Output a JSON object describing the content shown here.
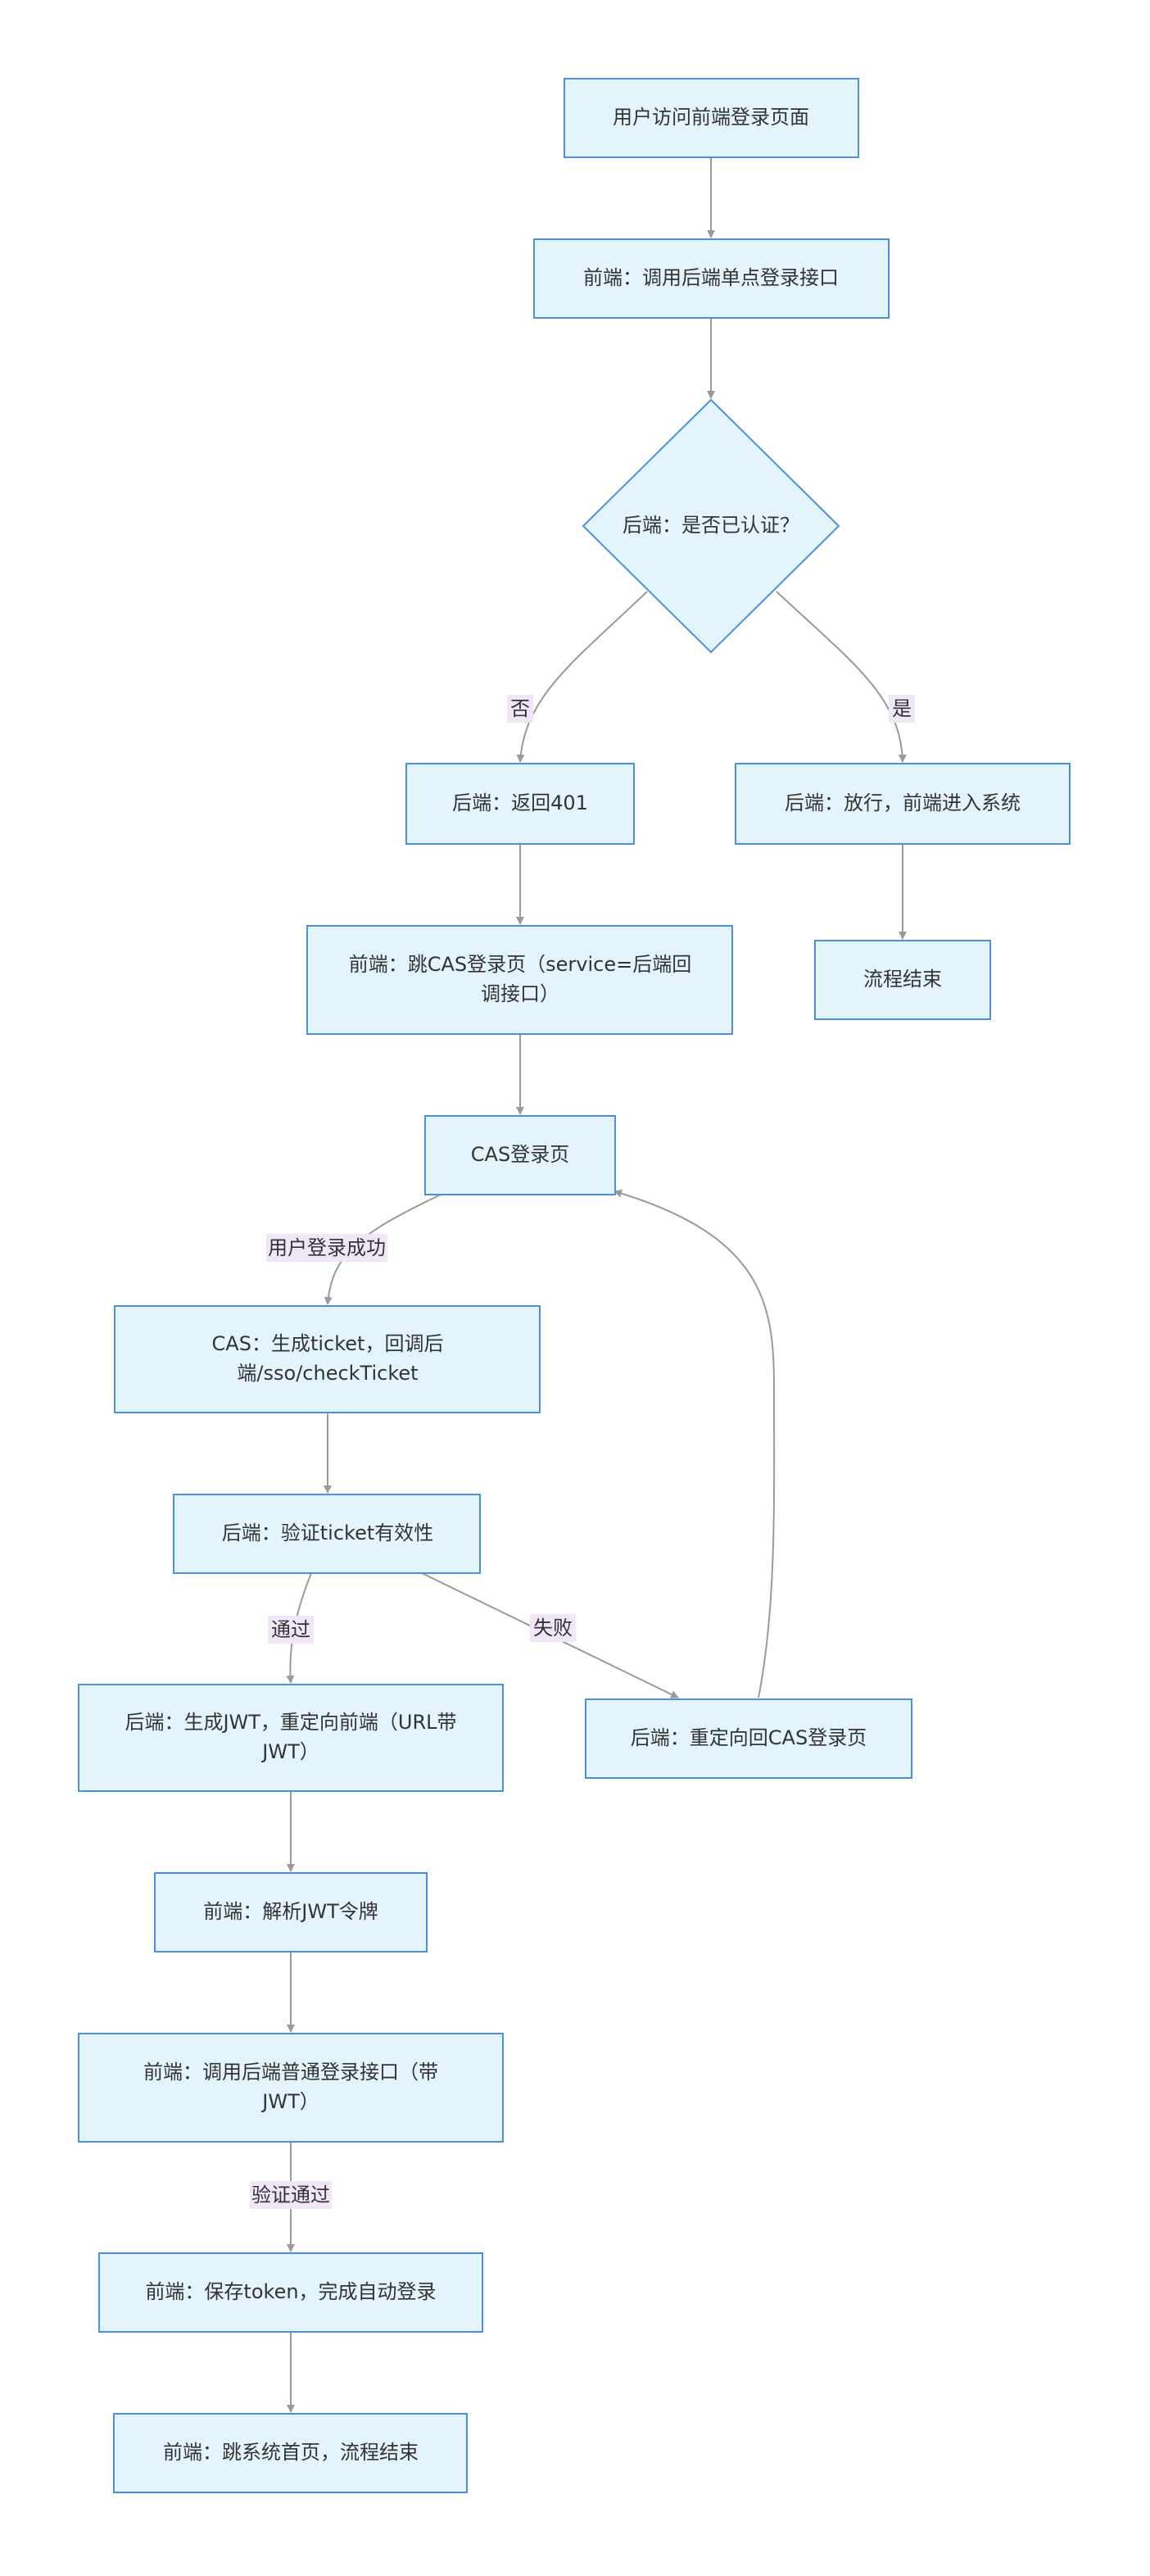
{
  "nodes": {
    "start": "用户访问前端登录页面",
    "call_sso": "前端：调用后端单点登录接口",
    "is_auth": "后端：是否已认证？",
    "return_401": "后端：返回401",
    "pass_enter": "后端：放行，前端进入系统",
    "end1": "流程结束",
    "redirect_cas_l1": "前端：跳CAS登录页（service=后端回",
    "redirect_cas_l2": "调接口）",
    "cas_login": "CAS登录页",
    "gen_ticket_l1": "CAS：生成ticket，回调后",
    "gen_ticket_l2": "端/sso/checkTicket",
    "verify_ticket": "后端：验证ticket有效性",
    "gen_jwt_l1": "后端：生成JWT，重定向前端（URL带",
    "gen_jwt_l2": "JWT）",
    "redirect_back": "后端：重定向回CAS登录页",
    "parse_jwt": "前端：解析JWT令牌",
    "call_normal_l1": "前端：调用后端普通登录接口（带",
    "call_normal_l2": "JWT）",
    "save_token": "前端：保存token，完成自动登录",
    "home_end": "前端：跳系统首页，流程结束"
  },
  "edge_labels": {
    "no": "否",
    "yes": "是",
    "login_success": "用户登录成功",
    "passed": "通过",
    "failed": "失败",
    "verify_passed": "验证通过"
  },
  "colors": {
    "node_fill": "#e3f4fc",
    "node_stroke": "#4a90e2",
    "edge": "#9a9a9a",
    "label_bg": "#f1e6f7",
    "text": "#333333"
  }
}
